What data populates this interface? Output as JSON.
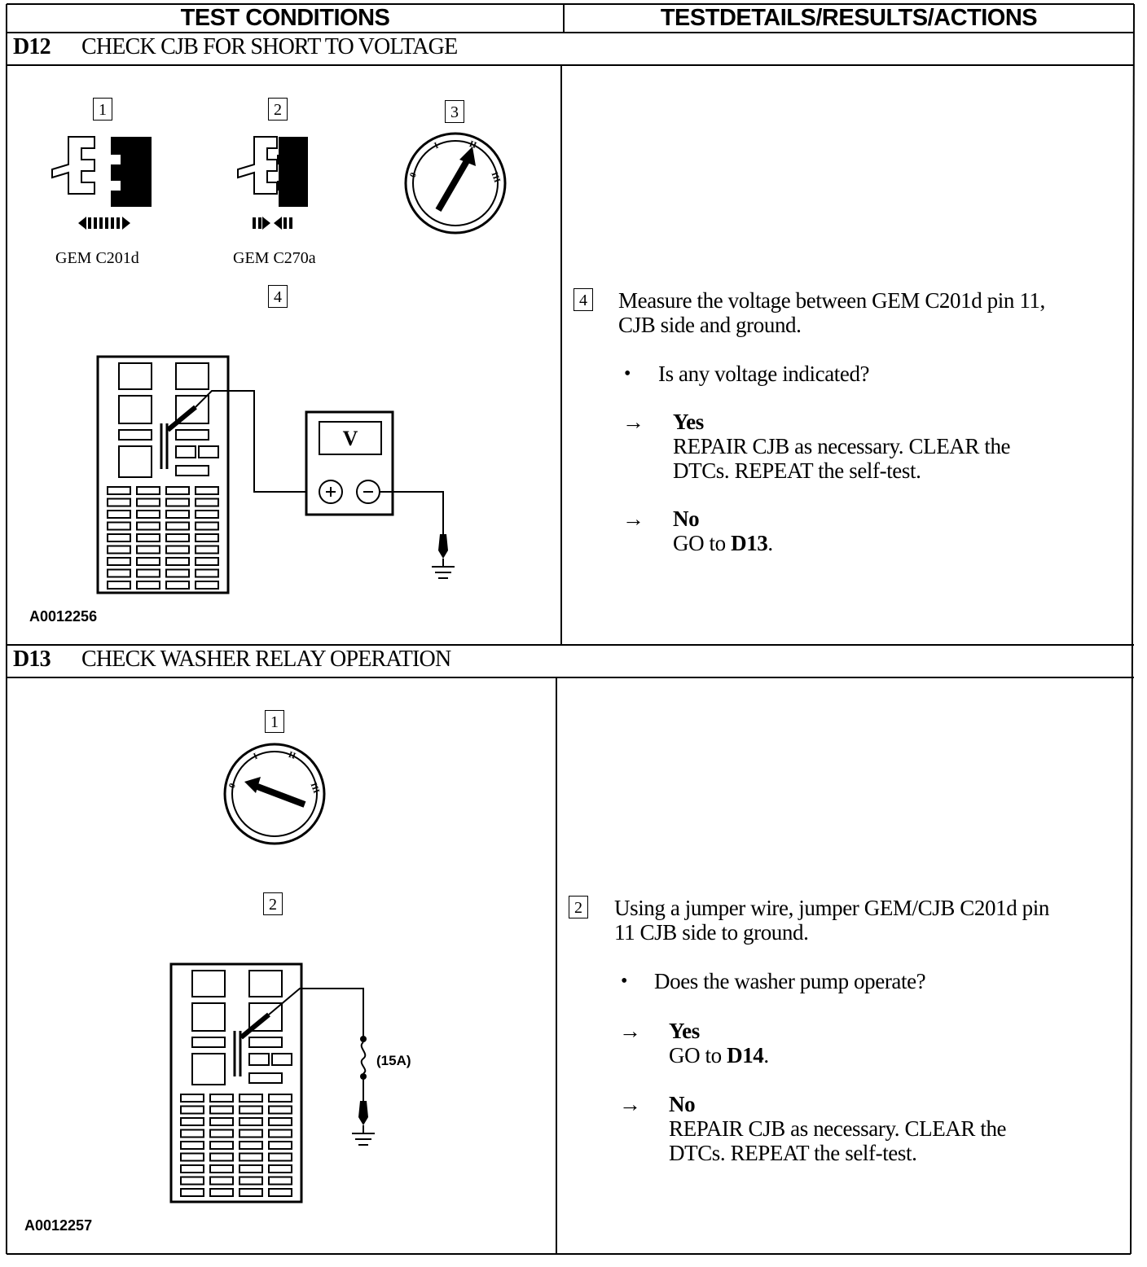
{
  "header": {
    "left": "TEST CONDITIONS",
    "right": "TESTDETAILS/RESULTS/ACTIONS"
  },
  "d12": {
    "id": "D12",
    "title": "CHECK CJB FOR SHORT TO VOLTAGE",
    "labels": {
      "s1": "1",
      "s2": "2",
      "s3": "3",
      "s4": "4"
    },
    "connector1": "GEM C201d",
    "connector2": "GEM C270a",
    "meter": "V",
    "figure_id": "A0012256",
    "step": "4",
    "instruction_l1": "Measure the voltage between GEM C201d pin 11,",
    "instruction_l2": "CJB side and ground.",
    "question": "Is any voltage indicated?",
    "yes": "Yes",
    "yes_action_l1": "REPAIR CJB as necessary. CLEAR the",
    "yes_action_l2": "DTCs. REPEAT the self-test.",
    "no": "No",
    "no_action_pre": "GO to ",
    "no_action_target": "D13",
    "no_action_post": "."
  },
  "d13": {
    "id": "D13",
    "title": "CHECK WASHER RELAY OPERATION",
    "labels": {
      "s1": "1",
      "s2": "2"
    },
    "fuse": "(15A)",
    "figure_id": "A0012257",
    "step": "2",
    "instruction_l1": "Using a jumper wire, jumper GEM/CJB C201d pin",
    "instruction_l2": "11 CJB side to ground.",
    "question": "Does the washer pump operate?",
    "yes": "Yes",
    "yes_action_pre": "GO to ",
    "yes_action_target": "D14",
    "yes_action_post": ".",
    "no": "No",
    "no_action_l1": "REPAIR CJB as necessary. CLEAR the",
    "no_action_l2": "DTCs. REPEAT the self-test."
  },
  "symbols": {
    "arrow": "→",
    "bullet": "•"
  }
}
